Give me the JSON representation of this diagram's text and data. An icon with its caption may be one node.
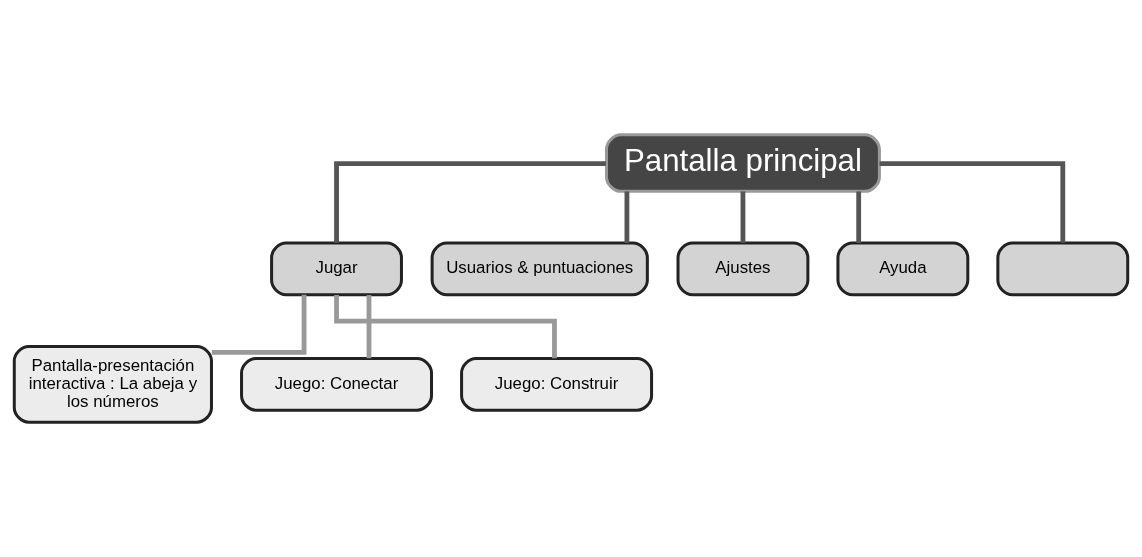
{
  "diagram": {
    "nodes": [
      {
        "text": [
          "Pantalla principal"
        ]
      },
      {
        "text": [
          "Jugar"
        ]
      },
      {
        "text": [
          "Usuarios & puntuaciones"
        ]
      },
      {
        "text": [
          "Ajustes"
        ]
      },
      {
        "text": [
          "Ayuda"
        ]
      },
      {
        "text": [],
        "shape": "box"
      },
      {
        "text": [
          "Pantalla-presentación interactiva : La abeja y los números"
        ]
      },
      {
        "text": [
          "Juego: Conectar"
        ]
      },
      {
        "text": [
          "Juego: Construir"
        ]
      }
    ],
    "edges": [
      {
        "from": 0,
        "to": 1,
        "arrow": "none"
      },
      {
        "from": 0,
        "to": 2,
        "arrow": "none"
      },
      {
        "from": 0,
        "to": 3,
        "arrow": "none"
      },
      {
        "from": 0,
        "to": 4,
        "arrow": "none"
      },
      {
        "from": 0,
        "to": 5,
        "arrow": "none"
      },
      {
        "from": 1,
        "to": 6,
        "arrow": "none",
        "color": "#999999"
      },
      {
        "from": 1,
        "to": 7,
        "arrow": "none",
        "color": "#999999"
      },
      {
        "from": 1,
        "to": 8,
        "arrow": "none",
        "color": "#999999"
      }
    ]
  }
}
